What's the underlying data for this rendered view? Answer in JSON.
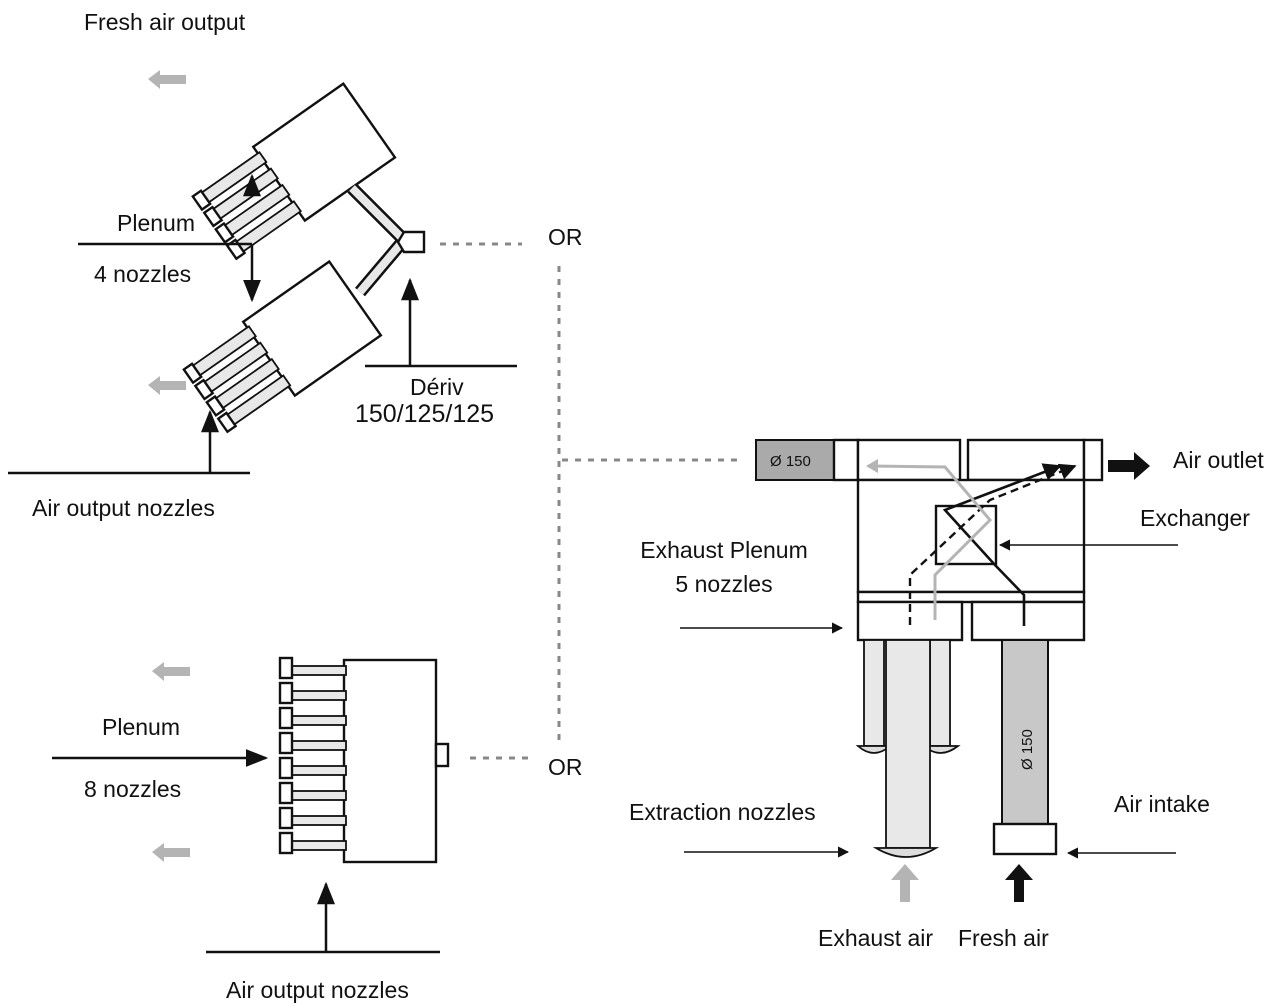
{
  "labels": {
    "fresh_air_output": "Fresh air output",
    "plenum_top": "Plenum",
    "nozzles_4": "4 nozzles",
    "or_top": "OR",
    "deriv": "Dériv",
    "deriv_sizes": "150/125/125",
    "air_output_nozzles_top": "Air output nozzles",
    "plenum_bottom": "Plenum",
    "nozzles_8": "8 nozzles",
    "or_bottom": "OR",
    "air_output_nozzles_bottom": "Air output nozzles",
    "diameter_150_top": "Ø 150",
    "air_outlet": "Air outlet",
    "exchanger": "Exchanger",
    "exhaust_plenum": "Exhaust Plenum",
    "nozzles_5": "5 nozzles",
    "diameter_150_pipe": "Ø 150",
    "extraction_nozzles": "Extraction nozzles",
    "air_intake": "Air intake",
    "exhaust_air": "Exhaust air",
    "fresh_air": "Fresh air"
  },
  "colors": {
    "line": "#111111",
    "flow_gray": "#b4b4b4",
    "dotted": "#888888"
  }
}
